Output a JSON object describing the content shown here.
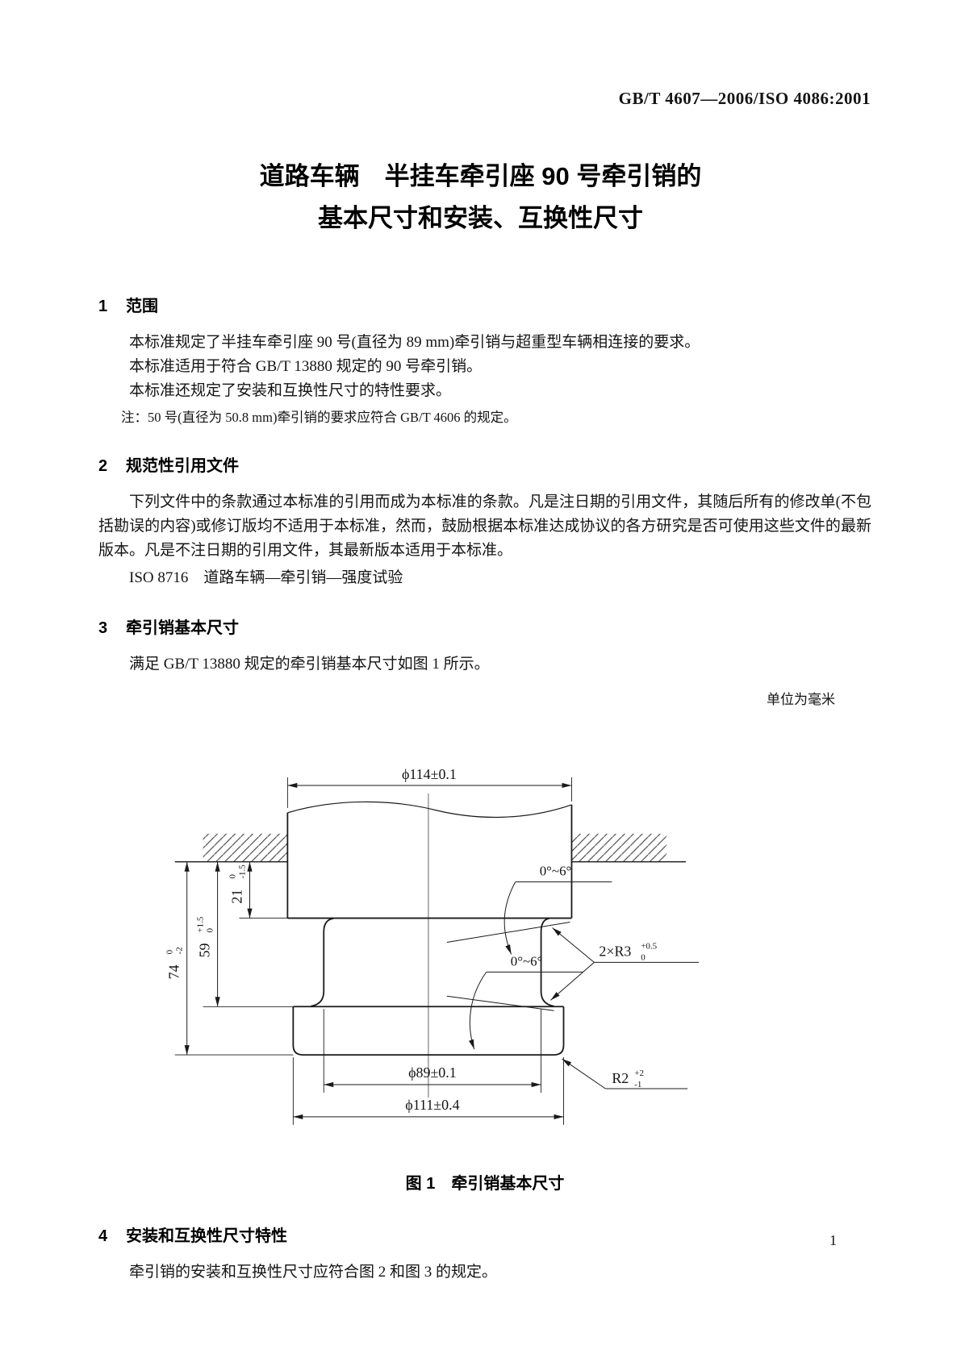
{
  "page": {
    "header": "GB/T 4607—2006/ISO 4086:2001",
    "title_line1": "道路车辆　半挂车牵引座 90 号牵引销的",
    "title_line2": "基本尺寸和安装、互换性尺寸",
    "page_number": "1"
  },
  "sections": {
    "s1": {
      "number": "1",
      "title": "范围",
      "p1": "本标准规定了半挂车牵引座 90 号(直径为 89 mm)牵引销与超重型车辆相连接的要求。",
      "p2": "本标准适用于符合 GB/T 13880 规定的 90 号牵引销。",
      "p3": "本标准还规定了安装和互换性尺寸的特性要求。",
      "note": "注：50 号(直径为 50.8 mm)牵引销的要求应符合 GB/T 4606 的规定。"
    },
    "s2": {
      "number": "2",
      "title": "规范性引用文件",
      "p1": "下列文件中的条款通过本标准的引用而成为本标准的条款。凡是注日期的引用文件，其随后所有的修改单(不包括勘误的内容)或修订版均不适用于本标准，然而，鼓励根据本标准达成协议的各方研究是否可使用这些文件的最新版本。凡是不注日期的引用文件，其最新版本适用于本标准。",
      "ref1": "ISO 8716　道路车辆—牵引销—强度试验"
    },
    "s3": {
      "number": "3",
      "title": "牵引销基本尺寸",
      "p1": "满足 GB/T 13880 规定的牵引销基本尺寸如图 1 所示。"
    },
    "s4": {
      "number": "4",
      "title": "安装和互换性尺寸特性",
      "p1": "牵引销的安装和互换性尺寸应符合图 2 和图 3 的规定。"
    }
  },
  "figure": {
    "unit_note": "单位为毫米",
    "caption_no": "图 1",
    "caption_text": "牵引销基本尺寸",
    "dims": {
      "d114": "ϕ114±0.1",
      "d89": "ϕ89±0.1",
      "d111": "ϕ111±0.4",
      "d74": {
        "value": "74",
        "sup": "0",
        "sub": "-2"
      },
      "d59": {
        "value": "59",
        "sup": "+1.5",
        "sub": "0"
      },
      "d21": {
        "value": "21",
        "sup": "0",
        "sub": "-1.5"
      },
      "r3": {
        "value": "2×R3",
        "sup": "+0.5",
        "sub": "0"
      },
      "r2": {
        "value": "R2",
        "sup": "+2",
        "sub": "-1"
      },
      "angle_upper": "0°~6°",
      "angle_lower": "0°~6°"
    }
  }
}
